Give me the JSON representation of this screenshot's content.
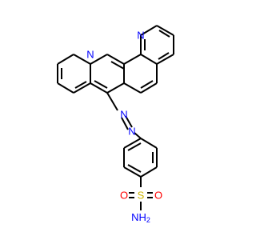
{
  "molecule": {
    "atoms": {
      "n_ring_top": "N",
      "n_ring_left": "N",
      "n_azo_1": "N",
      "n_azo_2": "N",
      "s_sulfonyl": "S",
      "o_left": "O",
      "o_right": "O",
      "nh2": "NH2",
      "nh2_letters": "NH",
      "nh2_subscript": "2"
    },
    "colors": {
      "bond": "#000000",
      "nitrogen": "#0000ff",
      "sulfur": "#ccb400",
      "oxygen": "#ff0000"
    }
  }
}
